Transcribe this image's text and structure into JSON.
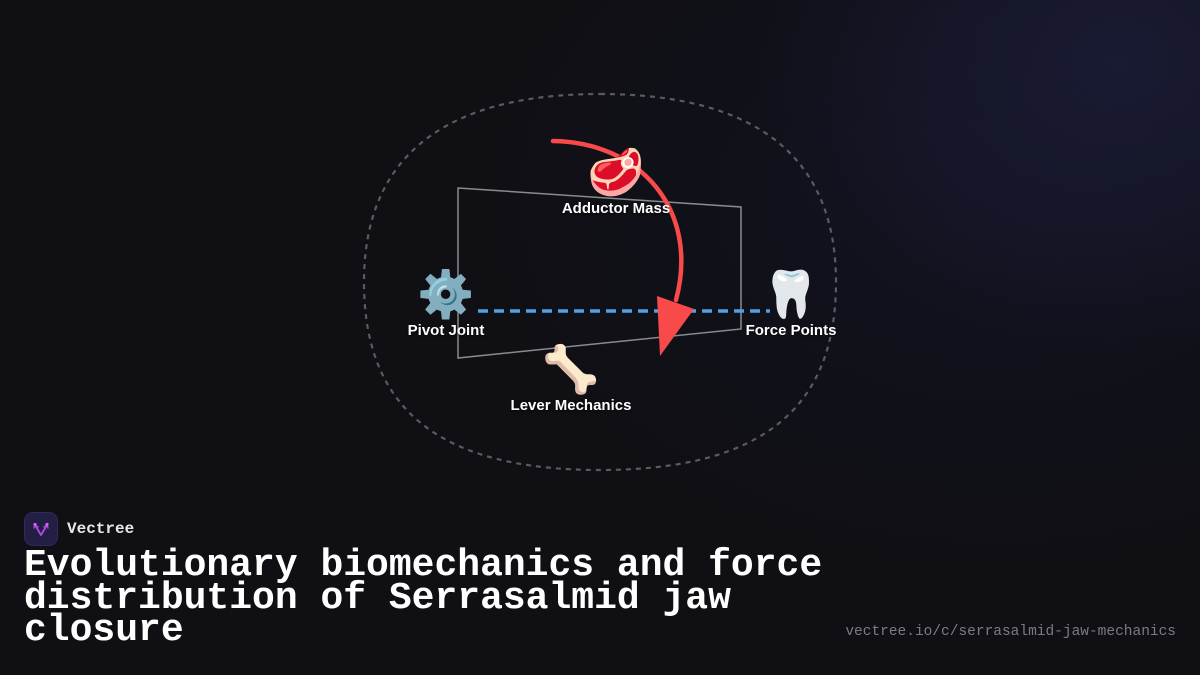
{
  "diagram": {
    "nodes": [
      {
        "id": "adductor",
        "label": "Adductor Mass",
        "icon": "meat-icon",
        "glyph": "🥩"
      },
      {
        "id": "pivot",
        "label": "Pivot Joint",
        "icon": "gear-icon",
        "glyph": "⚙️"
      },
      {
        "id": "force",
        "label": "Force Points",
        "icon": "tooth-icon",
        "glyph": "🦷"
      },
      {
        "id": "lever",
        "label": "Lever Mechanics",
        "icon": "bone-icon",
        "glyph": "🦴"
      }
    ],
    "colors": {
      "arrow": "#f84a4a",
      "dashed_line": "#4ea3e6",
      "frame": "#8a8a8f",
      "outline": "#5a5a60"
    }
  },
  "brand": {
    "name": "Vectree",
    "logo_color": "#b148e0"
  },
  "title": "Evolutionary biomechanics and force distribution of Serrasalmid jaw closure",
  "url": "vectree.io/c/serrasalmid-jaw-mechanics"
}
